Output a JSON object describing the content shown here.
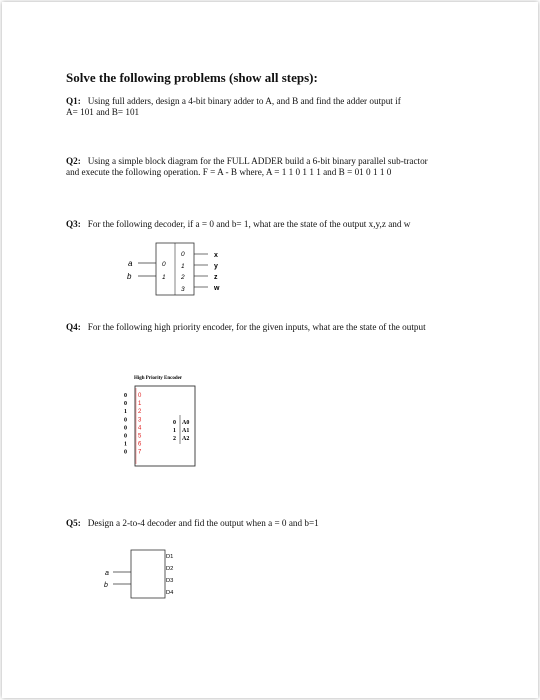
{
  "heading": "Solve the following problems (show all steps):",
  "q1": {
    "label": "Q1:",
    "line1": "Using full adders, design a 4-bit binary adder to A, and B and find the adder output if",
    "line2": "A= 101 and B= 101"
  },
  "q2": {
    "label": "Q2:",
    "line1": "Using a simple block diagram for the FULL ADDER build a 6-bit binary parallel sub-tractor",
    "line2": "and execute the following operation. F = A - B  where, A = 1 1 0 1 1 1  and B = 01 0 1 1 0"
  },
  "q3": {
    "label": "Q3:",
    "text": "For the following decoder, if a = 0 and b= 1, what are the state of the output x,y,z and w",
    "diagram": {
      "inputs": [
        "a",
        "b"
      ],
      "input_pins": [
        "0",
        "1"
      ],
      "output_pins": [
        "0",
        "1",
        "2",
        "3"
      ],
      "outputs": [
        "x",
        "y",
        "z",
        "w"
      ]
    }
  },
  "q4": {
    "label": "Q4:",
    "text": "For the following high priority encoder, for the given inputs, what are the state of the output",
    "diagram": {
      "title": "High Priority Encoder",
      "input_values": [
        "0",
        "0",
        "1",
        "0",
        "0",
        "0",
        "1",
        "0"
      ],
      "input_pins": [
        "0",
        "1",
        "2",
        "3",
        "4",
        "5",
        "6",
        "7"
      ],
      "output_pins": [
        "0",
        "1",
        "2"
      ],
      "outputs": [
        "A0",
        "A1",
        "A2"
      ],
      "pin_color": "#e02020"
    }
  },
  "q5": {
    "label": "Q5:",
    "text": "Design a 2-to-4 decoder and fid the output when a = 0 and b=1",
    "diagram": {
      "inputs": [
        "a",
        "b"
      ],
      "outputs": [
        "D1",
        "D2",
        "D3",
        "D4"
      ]
    }
  }
}
